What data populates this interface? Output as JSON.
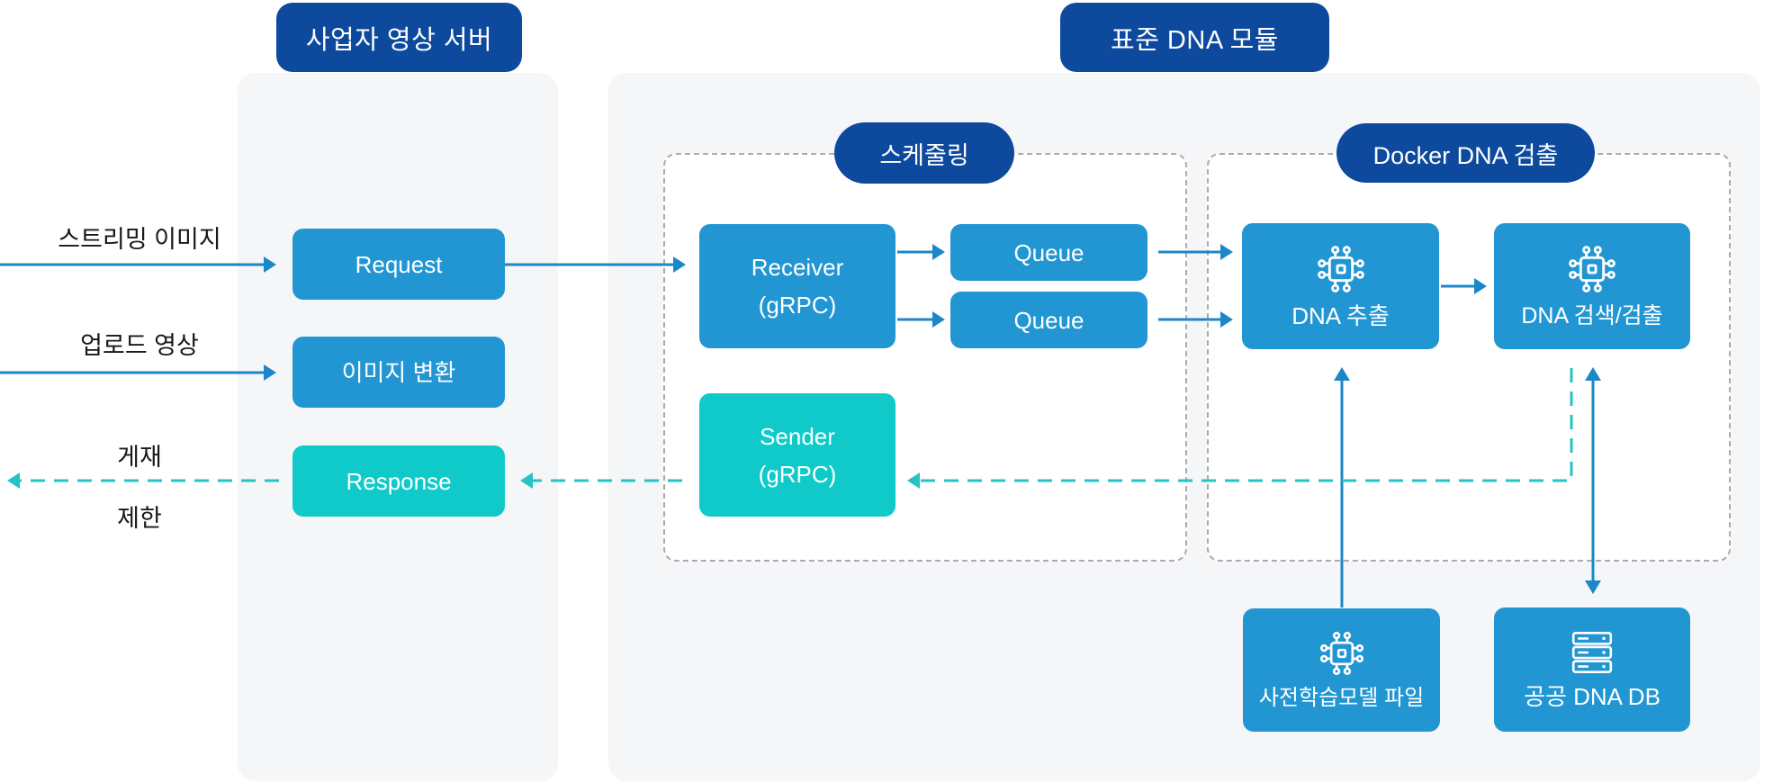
{
  "diagram": {
    "provider_server": {
      "title": "사업자 영상 서버",
      "request_label": "Request",
      "image_convert_label": "이미지 변환",
      "response_label": "Response"
    },
    "external_labels": {
      "streaming": "스트리밍 이미지",
      "upload": "업로드 영상",
      "publish": "게재",
      "restrict": "제한"
    },
    "dna_module": {
      "title": "표준 DNA 모듈",
      "scheduling": {
        "title": "스케줄링",
        "receiver_line1": "Receiver",
        "receiver_line2": "(gRPC)",
        "queue1_label": "Queue",
        "queue2_label": "Queue",
        "sender_line1": "Sender",
        "sender_line2": "(gRPC)"
      },
      "docker": {
        "title": "Docker DNA 검출",
        "dna_extract_label": "DNA 추출",
        "dna_search_label": "DNA 검색/검출"
      },
      "resources": {
        "model_file_label": "사전학습모델 파일",
        "public_db_label": "공공 DNA DB"
      }
    },
    "icons": {
      "chip": "chip-icon",
      "database": "database-icon"
    },
    "colors": {
      "navy": "#0d4a9e",
      "node_blue": "#2196d3",
      "node_teal": "#10c9c9",
      "arrow_blue": "#1b87c8",
      "arrow_teal": "#26c3c5",
      "panel_bg": "#f5f6f7",
      "dashed_border": "#a9abae",
      "text_dark": "#17181a"
    }
  }
}
